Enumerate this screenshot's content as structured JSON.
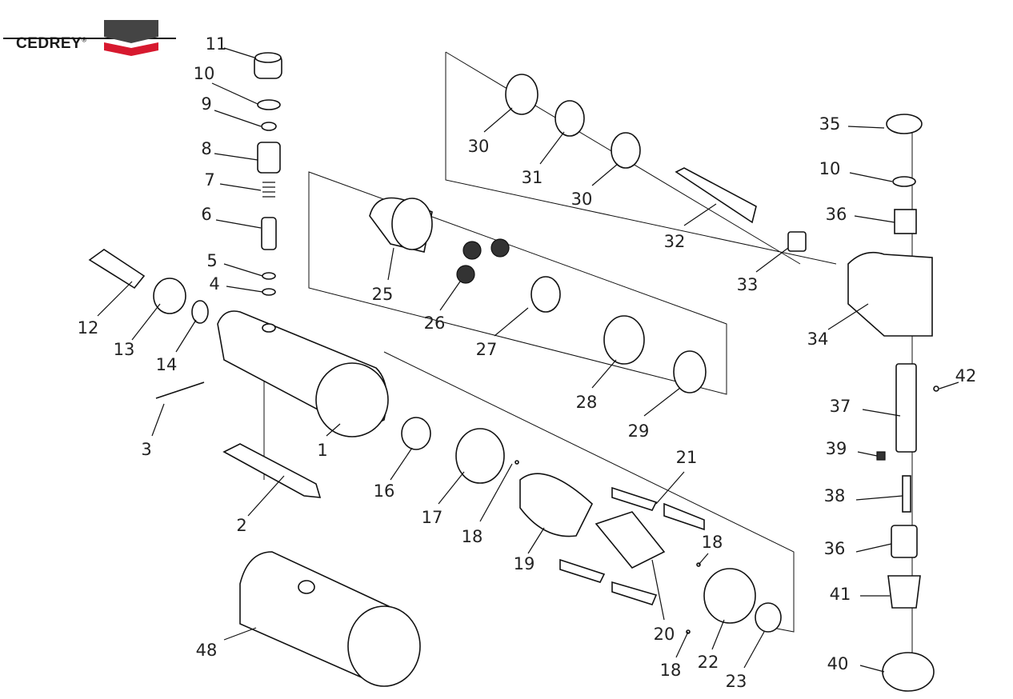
{
  "brand": {
    "name": "CEDREY",
    "registered": "®",
    "colors": {
      "dark": "#444444",
      "red": "#d7192f"
    }
  },
  "labels": [
    "11",
    "10",
    "9",
    "8",
    "7",
    "6",
    "5",
    "4",
    "12",
    "13",
    "14",
    "3",
    "2",
    "1",
    "16",
    "17",
    "18",
    "19",
    "21",
    "18",
    "20",
    "18",
    "22",
    "23",
    "48",
    "25",
    "26",
    "27",
    "28",
    "29",
    "30",
    "31",
    "30",
    "32",
    "33",
    "35",
    "10",
    "36",
    "34",
    "42",
    "37",
    "39",
    "38",
    "36",
    "41",
    "40"
  ]
}
